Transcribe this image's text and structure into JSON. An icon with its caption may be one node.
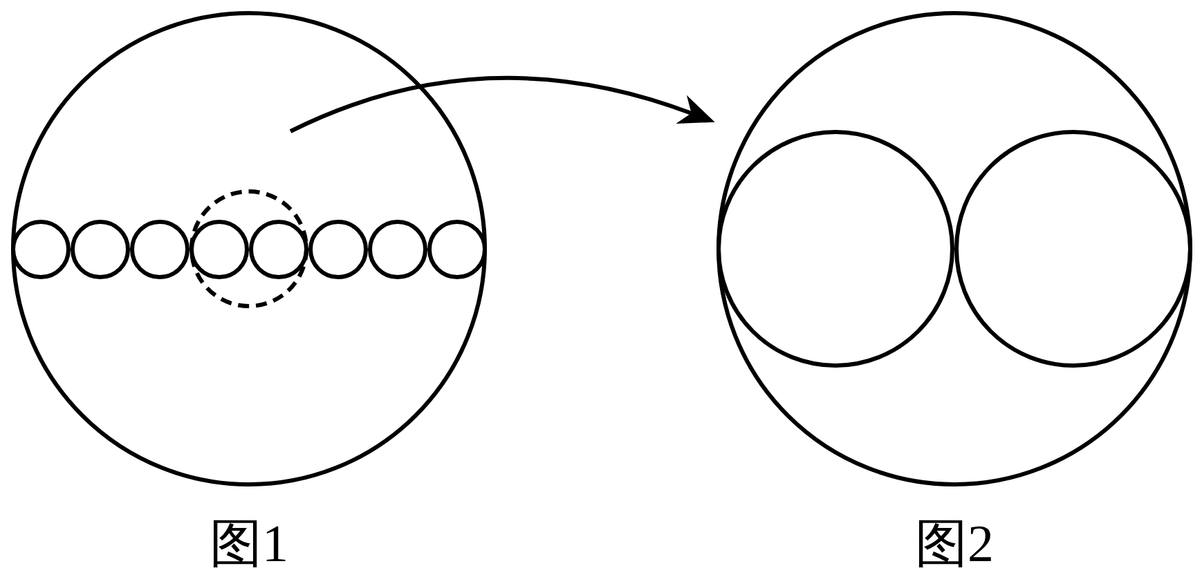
{
  "diagram": {
    "nodes": [
      {
        "text": [],
        "shape": "circle",
        "beside": [
          "图1"
        ]
      },
      {
        "text": [],
        "shape": "circle",
        "in": 0
      },
      {
        "text": [],
        "shape": "circle",
        "in": 0
      },
      {
        "text": [],
        "shape": "circle",
        "in": 0
      },
      {
        "text": [],
        "shape": "circle",
        "in": 0
      },
      {
        "text": [],
        "shape": "circle",
        "in": 4
      },
      {
        "text": [],
        "shape": "circle",
        "in": 4
      },
      {
        "text": [],
        "shape": "circle",
        "in": 0
      },
      {
        "text": [],
        "shape": "circle",
        "in": 0
      },
      {
        "text": [],
        "shape": "circle",
        "in": 0
      },
      {
        "text": [],
        "shape": "circle",
        "beside": [
          "图2"
        ]
      },
      {
        "text": [],
        "shape": "circle",
        "in": 10
      },
      {
        "text": [],
        "shape": "circle",
        "in": 10
      }
    ],
    "edges": [
      {
        "from": null,
        "to": 10,
        "arrow": "to"
      }
    ]
  }
}
